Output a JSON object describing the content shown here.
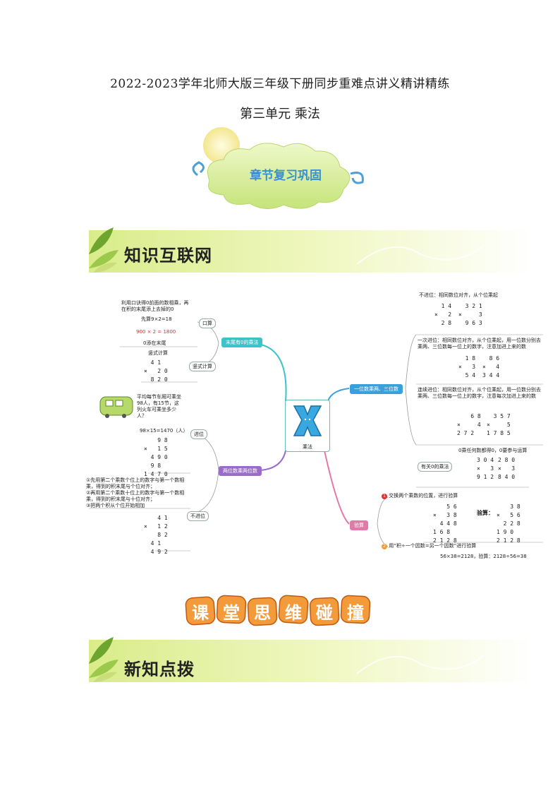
{
  "header": {
    "title": "2022-2023学年北师大版三年级下册同步重难点讲义精讲精练",
    "subtitle": "第三单元  乘法"
  },
  "cloud_label": "章节复习巩固",
  "banner1": {
    "label": "知识互联网"
  },
  "banner2": {
    "label": "新知点拨"
  },
  "ketang": [
    "课",
    "堂",
    "思",
    "维",
    "碰",
    "撞"
  ],
  "mindmap": {
    "center_label": "乘法",
    "branch_zero": "末尾有0的乘法",
    "branch_two": "两位数乘两位数",
    "branch_one": "一位数乘两、三位数",
    "branch_check": "验算",
    "zero": {
      "tip": "利用口诀得0前面的数相乘，再在积的末尾添上去掉的0",
      "koushuan": "口算",
      "ex1": "先算9×2=18",
      "ex2": "900 × 2 = 1800",
      "ex3": "0添在末尾",
      "shushi_title": "竖式计算",
      "shushi_tag": "竖式计算",
      "calc": "  4 1\n×   2 0\n  8 2 0"
    },
    "two": {
      "problem": "平均每节车厢可乘坐98人，有15节，这列火车可乘坐多少人？",
      "eq": "98×15=1470（人）",
      "jinwei": "进位",
      "calc1": "    9 8\n×   1 5\n  4 9 0\n  9 8\n1 4 7 0",
      "steps": "①先用第二个乘数个位上的数字与第一个数相乘，得到的积末尾与个位对齐；\n②再用第二个乘数十位上的数字与第一个数相乘，得到的积末尾与十位对齐；\n③把两个积从个位开始相加",
      "bujinwei": "不进位",
      "calc2": "    4 1\n×   1 2\n    8 2\n  4 1\n  4 9 2"
    },
    "one": {
      "rule1": "不进位：相同数位对齐，从个位乘起",
      "calc1a": "  1 4\n×   2\n  2 8",
      "calc1b": "  3 2 1\n×     3\n  9 6 3",
      "rule2": "一次进位：相同数位对齐，从个位乘起，用一位数分别去乘两、三位数每一位上的数字，注意加进上来的数",
      "calc2a": "  1 8\n×   3\n  5 4",
      "calc2b": "  8 6\n×   4\n3 4 4",
      "rule3": "连续进位：相同数位对齐，从个位乘起，用一位数分别去乘两、三位数每一位上的数字，注意每次加进上来的数",
      "calc3a": "    6 8\n×     4\n2 7 2",
      "calc3b": "  3 5 7\n×     5\n1 7 8 5",
      "zero_rule": "0乘任何数都得0，0要参与运算",
      "zero_tag": "有关0的乘法",
      "calc4a": "3 0 4\n×   3\n9 1 2",
      "calc4b": "2 8 0\n×   3\n8 4 0"
    },
    "check": {
      "step1": "交换两个乘数的位置，进行验算",
      "calc1": "    5 6\n×   3 8\n  4 4 8\n1 6 8\n2 1 2 8",
      "yansuan": "验算：",
      "calc2": "    3 8\n×   5 6\n  2 2 8\n1 9 0\n2 1 2 8",
      "step2": "用“积÷一个因数=另一个因数”进行验算",
      "eq": "56×38=2128，验算：2128÷56=38"
    }
  },
  "colors": {
    "teal": "#3cc3c7",
    "purple": "#9a6bc8",
    "blue": "#3aa0dc",
    "pink": "#e27aa8",
    "green": "#8cc63f"
  }
}
